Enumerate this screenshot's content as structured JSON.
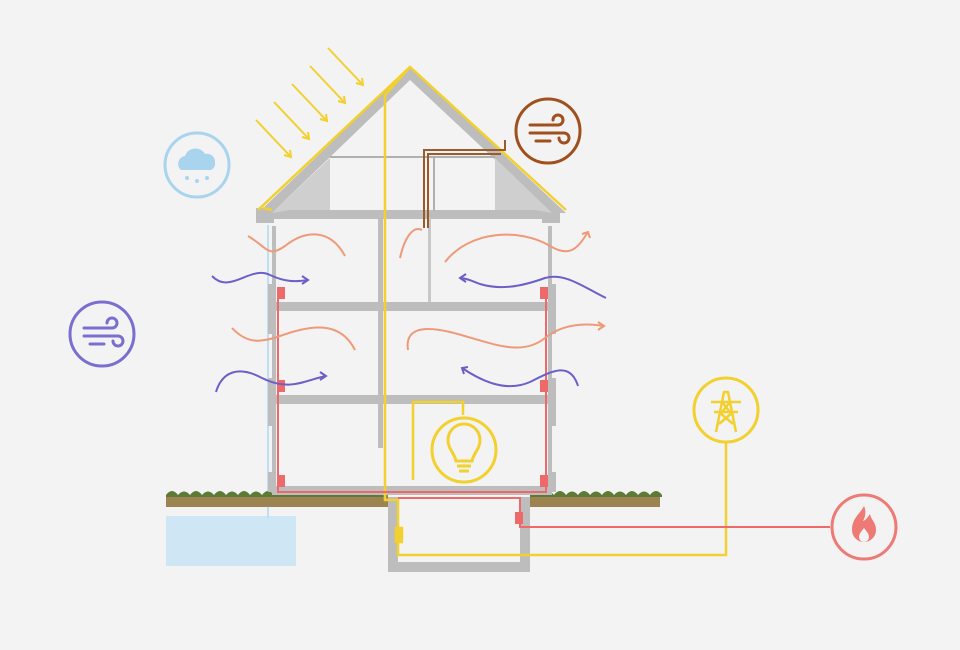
{
  "diagram": {
    "icons": [
      {
        "id": "rain",
        "icon": "rain-cloud-icon",
        "color": "#a9d4ee"
      },
      {
        "id": "wind-left",
        "icon": "wind-icon",
        "color": "#7a6fd0"
      },
      {
        "id": "wind-roof",
        "icon": "wind-icon",
        "color": "#a0501e"
      },
      {
        "id": "lightbulb",
        "icon": "lightbulb-icon",
        "color": "#f2d02e"
      },
      {
        "id": "power-grid",
        "icon": "power-pylon-icon",
        "color": "#f2d02e"
      },
      {
        "id": "heat",
        "icon": "flame-icon",
        "color": "#ee7a75"
      }
    ],
    "colors": {
      "background": "#f3f3f3",
      "structure": "#bdbdbd",
      "solar": "#f2d02e",
      "electric": "#f2d02e",
      "heating": "#ee6a6a",
      "warm_air": "#ee9a78",
      "cool_air": "#6d5fc8",
      "exhaust": "#9c5a2a",
      "rainwater": "#a9d4ee",
      "ground": "#9c8451",
      "grass": "#5d7a36"
    }
  }
}
